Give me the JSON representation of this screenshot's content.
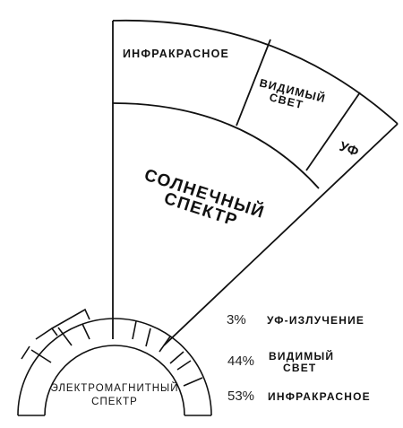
{
  "fan": {
    "infrared_label": "ИНФРАКРАСНОЕ",
    "visible_label_line1": "ВИДИМЫЙ",
    "visible_label_line2": "СВЕТ",
    "uv_label": "УФ",
    "core_line1": "СОЛНЕЧНЫЙ",
    "core_line2": "СПЕКТР"
  },
  "em_spectrum": {
    "line1": "ЭЛЕКТРОМАГНИТНЫЙ",
    "line2": "СПЕКТР"
  },
  "legend": [
    {
      "percent": "3%",
      "label_line1": "УФ-ИЗЛУЧЕНИЕ",
      "label_line2": ""
    },
    {
      "percent": "44%",
      "label_line1": "ВИДИМЫЙ",
      "label_line2": "СВЕТ"
    },
    {
      "percent": "53%",
      "label_line1": "ИНФРАКРАСНОЕ",
      "label_line2": ""
    }
  ]
}
